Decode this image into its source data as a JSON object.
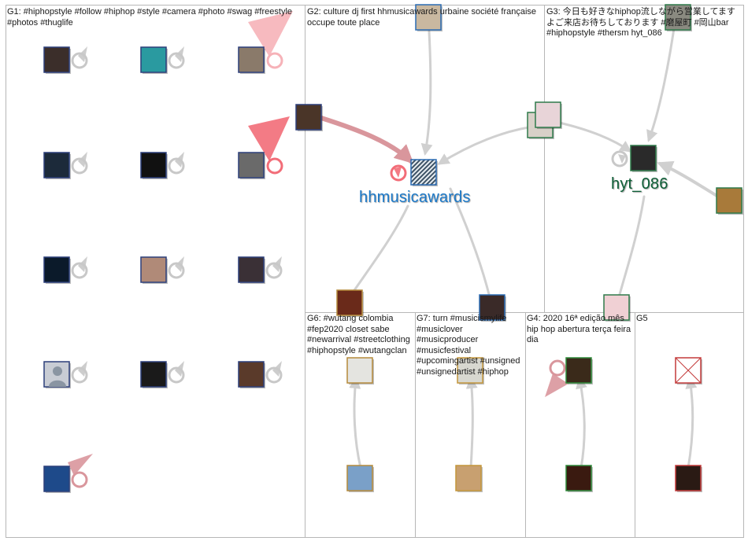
{
  "groups": [
    {
      "id": "G1",
      "label": "G1: #hiphopstyle #follow #hiphop #style #camera #photo #swag #freestyle #photos #thuglife"
    },
    {
      "id": "G2",
      "label": "G2: culture dj first hhmusicawards urbaine société française occupe toute place"
    },
    {
      "id": "G3",
      "label": "G3: 今日も好きなhiphop流しながら営業してますよご来店お待ちしております #磨屋町 #岡山bar #hiphopstyle #thersm hyt_086"
    },
    {
      "id": "G6",
      "label": "G6: #wutang colombia #fep2020 closet sabe #newarrival #streetclothing #hiphopstyle #wutangclan"
    },
    {
      "id": "G7",
      "label": "G7: turn #musicismylife #musiclover #musicproducer #musicfestival #upcomingartist #unsigned #unsignedartist #hiphop"
    },
    {
      "id": "G4",
      "label": "G4: 2020 16ª edição mês hip hop abertura terça feira dia"
    },
    {
      "id": "G5",
      "label": "G5"
    }
  ],
  "hub_labels": [
    {
      "id": "hhmusicawards",
      "text": "hhmusicawards",
      "color": "#1a78c8"
    },
    {
      "id": "hyt_086",
      "text": "hyt_086",
      "color": "#0d5e36"
    }
  ],
  "colors": {
    "border": "#b7b7b7",
    "edge_gray": "#d0d0d0",
    "edge_red": "#d9969c",
    "selfloop_red": "#f26d78",
    "selfloop_pink": "#f6b2b8",
    "selfloop_gray": "#c8c8c8",
    "g1_frame": "#2c3f7a",
    "g2_frame": "#2a6bb3",
    "g3_frame": "#2f7a4a",
    "g4_frame": "#2f8a3a",
    "g5_frame": "#c33a3a",
    "g6_frame": "#b58a3a",
    "g7_frame": "#c4963a"
  }
}
